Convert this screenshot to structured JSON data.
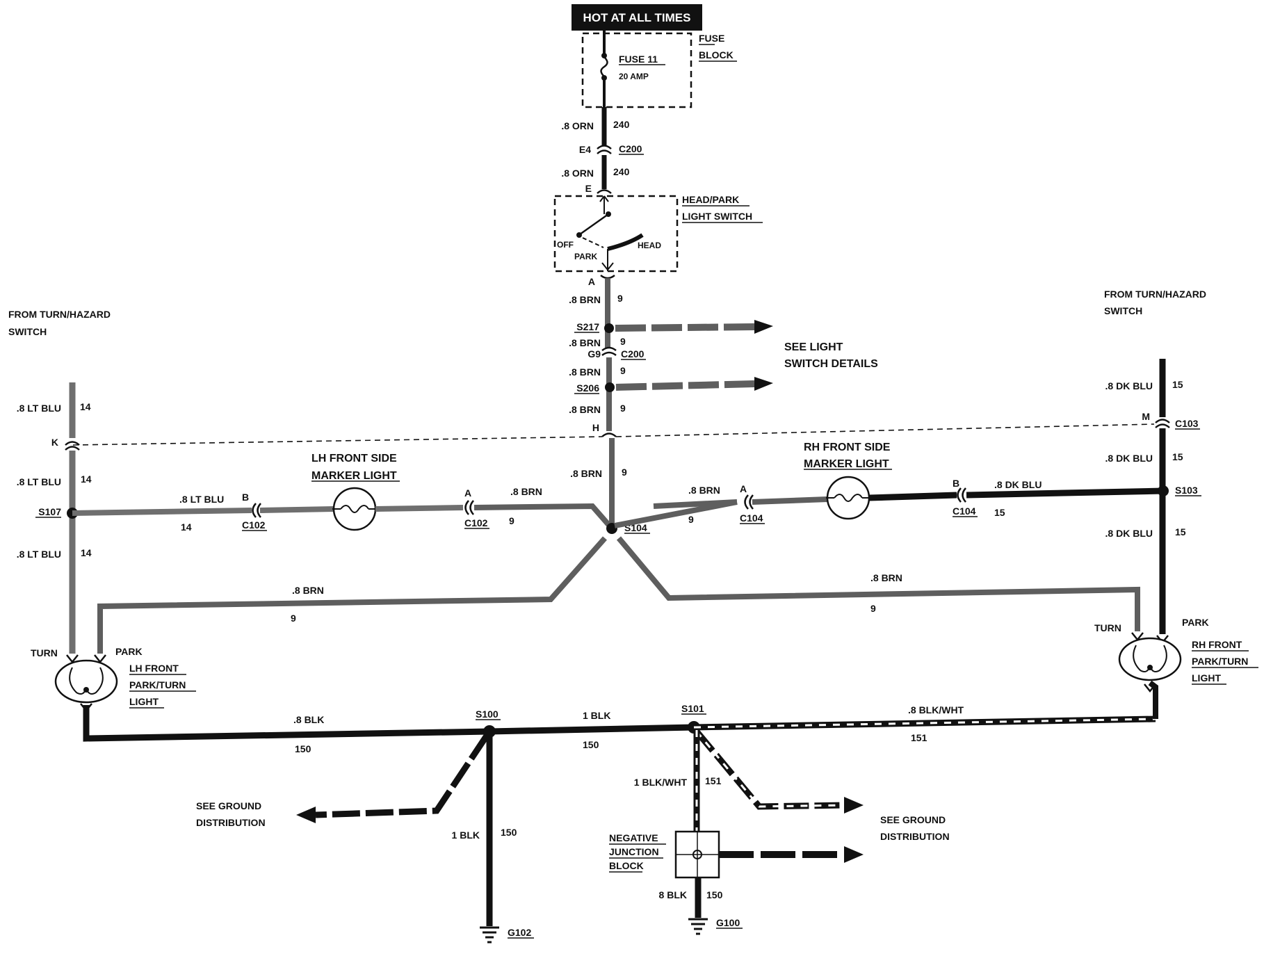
{
  "colors": {
    "wire_black": "#111111",
    "wire_gray": "#6f6f6f",
    "wire_brown": "#5e5e5e",
    "background": "#ffffff",
    "banner_bg": "#111111"
  },
  "power": {
    "banner": "HOT AT ALL TIMES"
  },
  "fuse_block": {
    "title_line1": "FUSE",
    "title_line2": "BLOCK",
    "fuse_name": "FUSE 11",
    "fuse_rating": "20 AMP"
  },
  "top_wires": {
    "w1_gauge": ".8 ORN",
    "w1_circuit": "240",
    "c200_pin": "E4",
    "c200_name": "C200",
    "w2_gauge": ".8 ORN",
    "w2_circuit": "240",
    "switch_pin_in": "E"
  },
  "head_switch": {
    "title_line1": "HEAD/PARK",
    "title_line2": "LIGHT SWITCH",
    "pos_off": "OFF",
    "pos_park": "PARK",
    "pos_head": "HEAD",
    "pin_out": "A"
  },
  "center_column": {
    "w1_gauge": ".8 BRN",
    "w1_circuit": "9",
    "s217": "S217",
    "w2_gauge": ".8 BRN",
    "w2_circuit": "9",
    "c200_pin": "G9",
    "c200_name": "C200",
    "w3_gauge": ".8 BRN",
    "w3_circuit": "9",
    "s206": "S206",
    "w4_gauge": ".8 BRN",
    "w4_circuit": "9",
    "pin_h": "H",
    "w5_gauge": ".8 BRN",
    "w5_circuit": "9",
    "s104": "S104"
  },
  "see_light_switch": {
    "line1": "SEE LIGHT",
    "line2": "SWITCH DETAILS"
  },
  "left_side": {
    "from_line1": "FROM TURN/HAZARD",
    "from_line2": "SWITCH",
    "w1_gauge": ".8 LT BLU",
    "w1_circuit": "14",
    "pin_k": "K",
    "w2_gauge": ".8 LT BLU",
    "w2_circuit": "14",
    "s107": "S107",
    "w3_gauge": ".8 LT BLU",
    "w3_circuit": "14",
    "marker_title1": "LH FRONT SIDE",
    "marker_title2": "MARKER LIGHT",
    "mk_w1_gauge": ".8 LT BLU",
    "mk_w1_circuit": "14",
    "c102_pin_b": "B",
    "c102_name_b": "C102",
    "c102_pin_a": "A",
    "c102_name_a": "C102",
    "mk_w2_gauge": ".8 BRN",
    "mk_w2_circuit": "9",
    "park_w_gauge": ".8 BRN",
    "park_w_circuit": "9",
    "lamp_turn": "TURN",
    "lamp_park": "PARK",
    "lamp_title1": "LH FRONT",
    "lamp_title2": "PARK/TURN",
    "lamp_title3": "LIGHT"
  },
  "right_side": {
    "from_line1": "FROM TURN/HAZARD",
    "from_line2": "SWITCH",
    "w1_gauge": ".8 DK BLU",
    "w1_circuit": "15",
    "pin_m": "M",
    "c103": "C103",
    "w2_gauge": ".8 DK BLU",
    "w2_circuit": "15",
    "s103": "S103",
    "w3_gauge": ".8 DK BLU",
    "w3_circuit": "15",
    "marker_title1": "RH FRONT SIDE",
    "marker_title2": "MARKER LIGHT",
    "mk_w1_gauge": ".8 BRN",
    "mk_w1_circuit": "9",
    "c104_pin_a": "A",
    "c104_name_a": "C104",
    "c104_pin_b": "B",
    "c104_name_b": "C104",
    "mk_w2_gauge": ".8 DK BLU",
    "mk_w2_circuit": "15",
    "park_w_gauge": ".8 BRN",
    "park_w_circuit": "9",
    "lamp_turn": "TURN",
    "lamp_park": "PARK",
    "lamp_title1": "RH FRONT",
    "lamp_title2": "PARK/TURN",
    "lamp_title3": "LIGHT"
  },
  "ground": {
    "w1_gauge": ".8 BLK",
    "w1_circuit": "150",
    "s100": "S100",
    "w2_gauge": "1 BLK",
    "w2_circuit": "150",
    "s101": "S101",
    "w3_gauge": ".8 BLK/WHT",
    "w3_circuit": "151",
    "see_left_line1": "SEE GROUND",
    "see_left_line2": "DISTRIBUTION",
    "g102_gauge": "1 BLK",
    "g102_circuit": "150",
    "g102": "G102",
    "njb_w_gauge": "1 BLK/WHT",
    "njb_w_circuit": "151",
    "njb_line1": "NEGATIVE",
    "njb_line2": "JUNCTION",
    "njb_line3": "BLOCK",
    "g100_gauge": "8 BLK",
    "g100_circuit": "150",
    "g100": "G100",
    "see_right_line1": "SEE GROUND",
    "see_right_line2": "DISTRIBUTION"
  }
}
